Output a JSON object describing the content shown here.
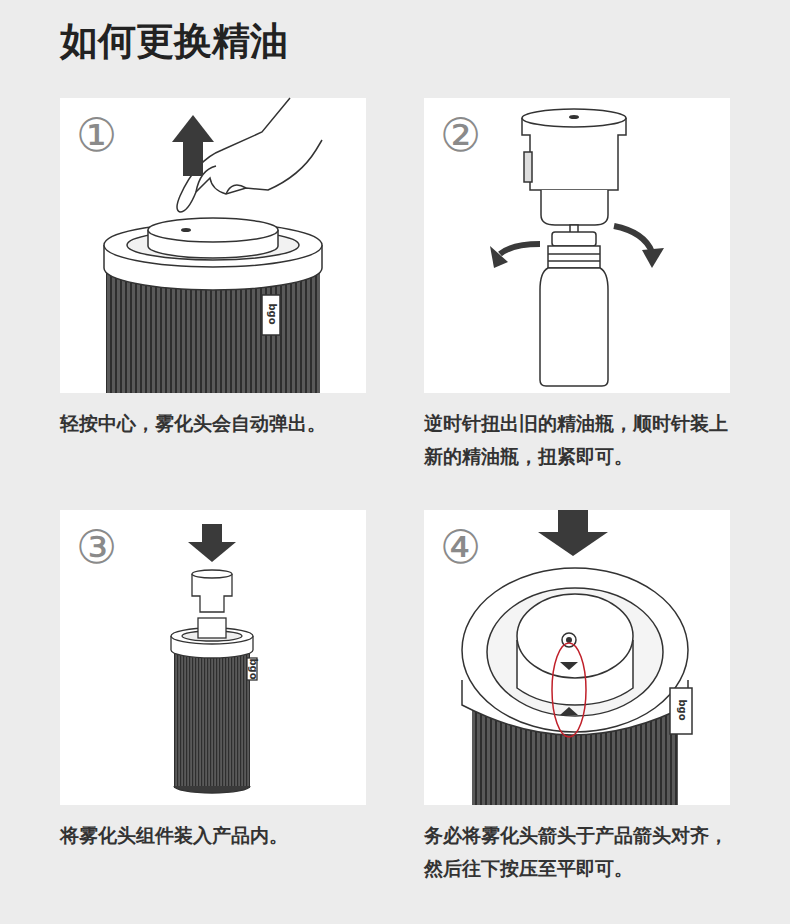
{
  "diagram": {
    "title": "如何更换精油",
    "nodes": [
      {
        "text": [
          "①",
          "轻按中心，雾化头会自动弹出。"
        ]
      },
      {
        "text": [
          "②",
          "逆时针扭出旧的精油瓶，顺时针装上新的精油瓶，扭紧即可。"
        ]
      },
      {
        "text": [
          "③",
          "将雾化头组件装入产品内。"
        ]
      },
      {
        "text": [
          "④",
          "务必将雾化头箭头于产品箭头对齐，然后往下按压至平即可。"
        ]
      }
    ],
    "labels": [
      "bgo",
      "bgo",
      "bgo"
    ]
  }
}
